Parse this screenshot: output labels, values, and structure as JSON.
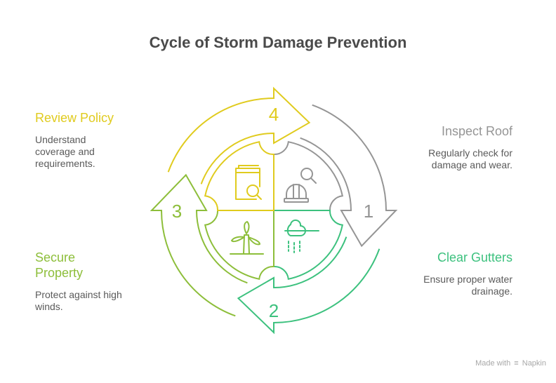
{
  "title": "Cycle of Storm Damage Prevention",
  "colors": {
    "step1": "#959595",
    "step2": "#3cc17e",
    "step3": "#8dbe3a",
    "step4": "#e0cb1e",
    "title": "#4a4a4a",
    "description": "#5a5a5a",
    "footer": "#a8a8a8"
  },
  "steps": [
    {
      "number": "1",
      "heading": "Inspect Roof",
      "description_lines": [
        "Regularly check for",
        "damage and wear."
      ],
      "icon": "hardhat-search-icon"
    },
    {
      "number": "2",
      "heading": "Clear Gutters",
      "description_lines": [
        "Ensure proper water",
        "drainage."
      ],
      "icon": "gutter-rain-icon"
    },
    {
      "number": "3",
      "heading_lines": [
        "Secure",
        "Property"
      ],
      "description_lines": [
        "Protect against high",
        "winds."
      ],
      "icon": "wind-turbine-icon"
    },
    {
      "number": "4",
      "heading": "Review Policy",
      "description_lines": [
        "Understand",
        "coverage and",
        "requirements."
      ],
      "icon": "book-search-icon"
    }
  ],
  "footer": {
    "prefix": "Made with",
    "brand": "Napkin"
  }
}
